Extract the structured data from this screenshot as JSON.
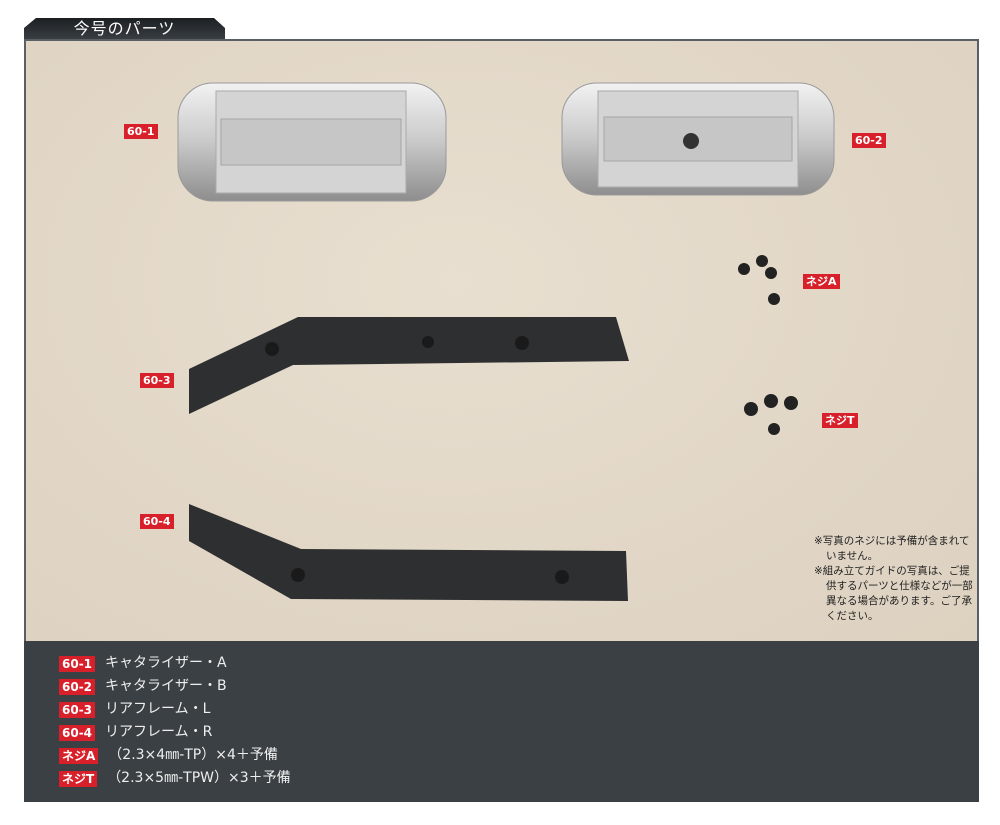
{
  "header": {
    "title": "今号のパーツ"
  },
  "labels": {
    "p1": "60-1",
    "p2": "60-2",
    "p3": "60-3",
    "p4": "60-4",
    "sa": "ネジA",
    "st": "ネジT"
  },
  "notes": [
    "※写真のネジには予備が含まれていません。",
    "※組み立てガイドの写真は、ご提供するパーツと仕様などが一部異なる場合があります。ご了承ください。"
  ],
  "legend": [
    {
      "tag": "60-1",
      "text": "キャタライザー・A"
    },
    {
      "tag": "60-2",
      "text": "キャタライザー・B"
    },
    {
      "tag": "60-3",
      "text": "リアフレーム・L"
    },
    {
      "tag": "60-4",
      "text": "リアフレーム・R"
    },
    {
      "tag": "ネジA",
      "text": "（2.3×4㎜-TP）×4＋予備"
    },
    {
      "tag": "ネジT",
      "text": "（2.3×5㎜-TPW）×3＋予備"
    }
  ],
  "colors": {
    "accent": "#d8202a",
    "panel": "#3b4044"
  }
}
